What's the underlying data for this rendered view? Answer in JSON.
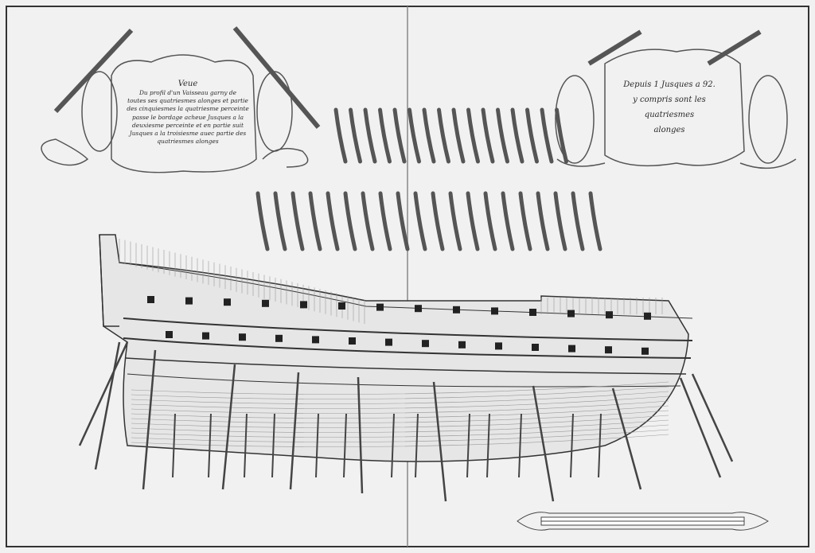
{
  "left_cartouche": {
    "title": "Veue",
    "lines": [
      "Du profil d'un Vaisseau garny de",
      "toutes ses quatriesmes alonges et partie",
      "des cinquiesmes la quatriesme perceinte",
      "passe le bordage acheue Jusques a la",
      "deuxiesme perceinte et en partie suit",
      "Jusques a la troisiesme auec partie des",
      "quatriesmes alonges"
    ]
  },
  "right_cartouche": {
    "lines": [
      "Depuis 1 Jusques a 92.",
      "y compris sont les",
      "quatriesmes",
      "alonges"
    ]
  },
  "colors": {
    "paper": "#f1f1f1",
    "ink": "#2a2a2a"
  }
}
